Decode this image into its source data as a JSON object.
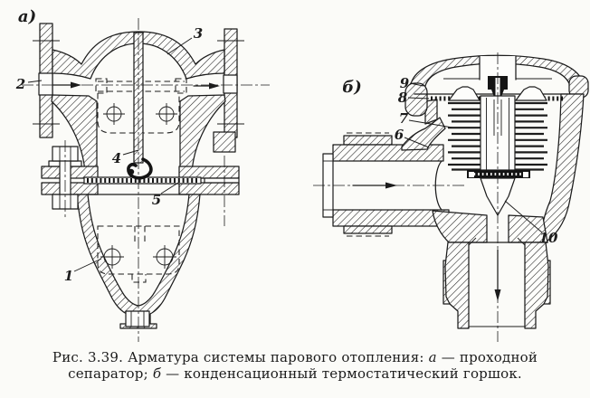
{
  "figure": {
    "ink_color": "#1c1c1c",
    "paper_color": "#fbfbf8",
    "sub_a": "а)",
    "sub_b": "б)",
    "parts_a": {
      "p1": "1",
      "p2": "2",
      "p3": "3",
      "p4": "4",
      "p5": "5"
    },
    "parts_b": {
      "p6": "6",
      "p7": "7",
      "p8": "8",
      "p9": "9",
      "p10": "10"
    },
    "caption": {
      "line1_pre": "Рис. 3.39. Арматура системы парового отопления: ",
      "line1_em": "а",
      "line1_post": " — проходной",
      "line2_pre": "сепаратор; ",
      "line2_em": "б",
      "line2_post": " — конденсационный термостатический горшок."
    }
  }
}
